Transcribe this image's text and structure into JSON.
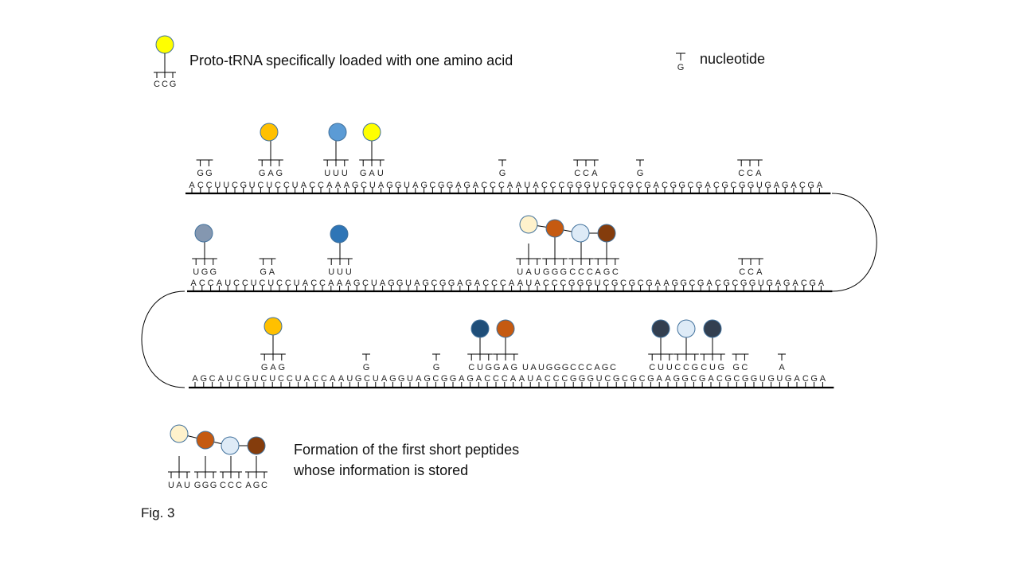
{
  "legend": {
    "proto_trna_label": "Proto-tRNA specifically loaded with one amino acid",
    "proto_trna_anticodon": "CCG",
    "proto_trna_color": "#FFFF00",
    "nucleotide_base": "G",
    "nucleotide_label": "nucleotide"
  },
  "strands": [
    "ACCUUCGUCUCCUACCAAAGCUAGGUAGCGGAGACCCAAUACCCGGGUCGCGCGACGGCGACGCGGUGAGACGA",
    "ACCAUCCUCUCCUACCAAAGCUAGGUAGCGGAGACCCAAUACCCGGGUCGCGCGAAGGCGACGCGGUGAGACGA",
    "AGCAUCGUCUCCUACCAAUGCUAGGUAGCGGAGACCCAAUACCCGGGUCGCGCGAAGGCGACGCGGUGUGACGA"
  ],
  "annotations": [
    [
      {
        "bases": "GG"
      },
      {
        "bases": "GAG",
        "amino_acid_color": "#FFC000"
      },
      {
        "bases": "UUU",
        "amino_acid_color": "#5B9BD5"
      },
      {
        "bases": "GAU",
        "amino_acid_color": "#FFFF00"
      },
      {
        "bases": "G"
      },
      {
        "bases": "CCA"
      },
      {
        "bases": "G"
      },
      {
        "bases": "CCA"
      }
    ],
    [
      {
        "bases": "UGG",
        "amino_acid_color": "#8497B0"
      },
      {
        "bases": "GA"
      },
      {
        "bases": "UUU",
        "amino_acid_color": "#2E75B6"
      },
      {
        "bases": "UAU",
        "amino_acid_color": "#FFF2CC"
      },
      {
        "bases": "GGG",
        "amino_acid_color": "#C55A11"
      },
      {
        "bases": "CCC",
        "amino_acid_color": "#DEEBF7"
      },
      {
        "bases": "AGC",
        "amino_acid_color": "#843C0C"
      },
      {
        "bases": "CCA"
      }
    ],
    [
      {
        "bases": "GAG",
        "amino_acid_color": "#FFC000"
      },
      {
        "bases": "G"
      },
      {
        "bases": "G"
      },
      {
        "bases": "CUG",
        "amino_acid_color": "#1F4E79"
      },
      {
        "bases": "GAG",
        "amino_acid_color": "#C55A11"
      },
      {
        "bases": "UAUGGGCCCAGC"
      },
      {
        "bases": "CUU",
        "amino_acid_color": "#333F50"
      },
      {
        "bases": "CCG",
        "amino_acid_color": "#DEEBF7"
      },
      {
        "bases": "CUG",
        "amino_acid_color": "#333F50"
      },
      {
        "bases": "GC"
      },
      {
        "bases": "A"
      }
    ]
  ],
  "peptide_legend": {
    "anticodons": [
      "UAU",
      "GGG",
      "CCC",
      "AGC"
    ],
    "colors": [
      "#FFF2CC",
      "#C55A11",
      "#DEEBF7",
      "#843C0C"
    ],
    "line1": "Formation of the first short peptides",
    "line2": "whose information is stored"
  },
  "figure_label": "Fig. 3"
}
